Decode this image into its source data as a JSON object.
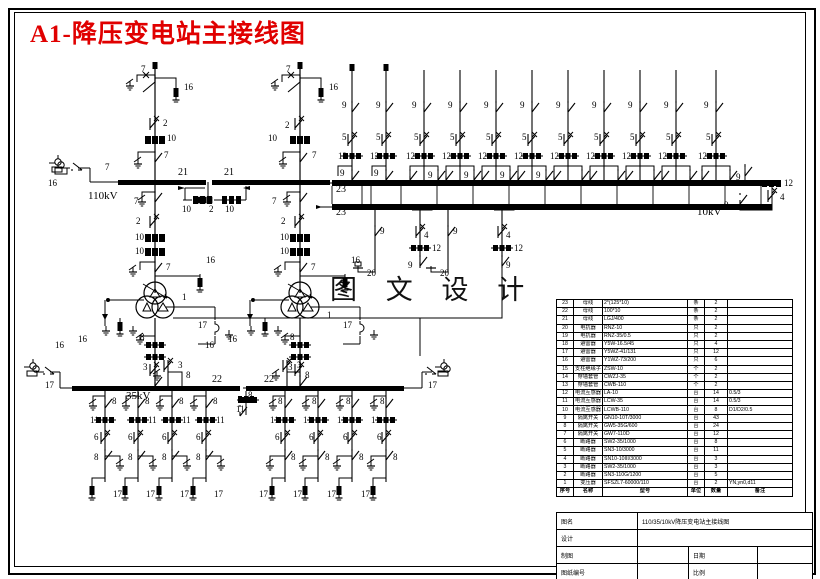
{
  "sheet": {
    "title": "A1-降压变电站主接线图",
    "watermark": "图 文 设 计",
    "title_color": "#e00000"
  },
  "voltage_labels": {
    "hv": "110kV",
    "mv": "35kV",
    "lv": "10kV"
  },
  "bus_tags": {
    "hv_left": "21",
    "hv_right": "21",
    "lv_upper": "23",
    "lv_lower": "23",
    "mv_left": "22",
    "mv_right": "22"
  },
  "device_tags": {
    "hv_line_ds": "7",
    "hv_arrester": "16",
    "hv_breaker": "2",
    "hv_ct": "10",
    "hv_ds": "7",
    "hv_coupler_ct": "10",
    "hv_vt": "16",
    "transformer": "1",
    "mv_breaker": "6",
    "mv_ds": "8",
    "mv_ct": "11",
    "mv_arrester": "17",
    "mv_vt": "17",
    "mv_tie_ds": "3",
    "lv_ds": "9",
    "lv_breaker": "5",
    "lv_ct": "12",
    "lv_tr_breaker": "4",
    "lv_tr_ct": "12",
    "lv_reactor": "20",
    "mv_tr_ct": "11",
    "mv_tr_breaker": "3"
  },
  "bom": {
    "headers": [
      "序号",
      "名称",
      "型号",
      "单位",
      "数量",
      "备注"
    ],
    "rows": [
      {
        "no": "23",
        "name": "母线",
        "model": "2*(125*10)",
        "unit": "条",
        "qty": "2",
        "remark": ""
      },
      {
        "no": "22",
        "name": "母线",
        "model": "100*10",
        "unit": "条",
        "qty": "2",
        "remark": ""
      },
      {
        "no": "21",
        "name": "母线",
        "model": "LGJ/400",
        "unit": "条",
        "qty": "2",
        "remark": ""
      },
      {
        "no": "20",
        "name": "电抗器",
        "model": "RNZ-10",
        "unit": "只",
        "qty": "2",
        "remark": ""
      },
      {
        "no": "19",
        "name": "电抗器",
        "model": "RNZ-35/0.5",
        "unit": "只",
        "qty": "2",
        "remark": ""
      },
      {
        "no": "18",
        "name": "避雷器",
        "model": "Y5W-16.5/45",
        "unit": "只",
        "qty": "4",
        "remark": ""
      },
      {
        "no": "17",
        "name": "避雷器",
        "model": "Y5WZ-41/131",
        "unit": "只",
        "qty": "12",
        "remark": ""
      },
      {
        "no": "16",
        "name": "避雷器",
        "model": "Y1WZ-73/200",
        "unit": "只",
        "qty": "6",
        "remark": ""
      },
      {
        "no": "15",
        "name": "支柱绝缘子",
        "model": "ZSW-10",
        "unit": "个",
        "qty": "2",
        "remark": ""
      },
      {
        "no": "14",
        "name": "穿墙套管",
        "model": "CWZJ-35",
        "unit": "个",
        "qty": "2",
        "remark": ""
      },
      {
        "no": "13",
        "name": "穿墙套管",
        "model": "CWB-110",
        "unit": "个",
        "qty": "2",
        "remark": ""
      },
      {
        "no": "12",
        "name": "电流互感器",
        "model": "LA-10",
        "unit": "台",
        "qty": "14",
        "remark": "0.5/3"
      },
      {
        "no": "11",
        "name": "电流互感器",
        "model": "LCW-35",
        "unit": "台",
        "qty": "14",
        "remark": "0.5/3"
      },
      {
        "no": "10",
        "name": "电流互感器",
        "model": "LCWB-110",
        "unit": "台",
        "qty": "8",
        "remark": "D1/D2/0.5"
      },
      {
        "no": "9",
        "name": "隔离开关",
        "model": "GN10-10T/3000",
        "unit": "台",
        "qty": "43",
        "remark": ""
      },
      {
        "no": "8",
        "name": "隔离开关",
        "model": "GW5-35G/600",
        "unit": "台",
        "qty": "24",
        "remark": ""
      },
      {
        "no": "7",
        "name": "隔离开关",
        "model": "GW7-110D",
        "unit": "台",
        "qty": "12",
        "remark": ""
      },
      {
        "no": "6",
        "name": "断路器",
        "model": "SW2-35/1000",
        "unit": "台",
        "qty": "8",
        "remark": ""
      },
      {
        "no": "5",
        "name": "断路器",
        "model": "SN3-10/3000",
        "unit": "台",
        "qty": "11",
        "remark": ""
      },
      {
        "no": "4",
        "name": "断路器",
        "model": "SN10-10III/3000",
        "unit": "台",
        "qty": "3",
        "remark": ""
      },
      {
        "no": "3",
        "name": "断路器",
        "model": "SW2-35/1000",
        "unit": "台",
        "qty": "3",
        "remark": ""
      },
      {
        "no": "2",
        "name": "断路器",
        "model": "SN3-110G/1200",
        "unit": "台",
        "qty": "5",
        "remark": ""
      },
      {
        "no": "1",
        "name": "变压器",
        "model": "SFSZL7-60000/110",
        "unit": "台",
        "qty": "2",
        "remark": "YN,yn0,d11"
      }
    ]
  },
  "title_block": {
    "project_label": "图名",
    "project_value": "110/35/10kV降压变电站主接线图",
    "stage_label": "设计",
    "stage_value": "",
    "designer_label": "制图",
    "designer_value": "",
    "date_label": "日期",
    "date_value": "",
    "checker_label": "图纸编号",
    "checker_value": "",
    "scale_label": "比例",
    "scale_value": ""
  },
  "feeders": {
    "lv_count": 11,
    "mv_left_count": 4,
    "mv_right_count": 4
  }
}
